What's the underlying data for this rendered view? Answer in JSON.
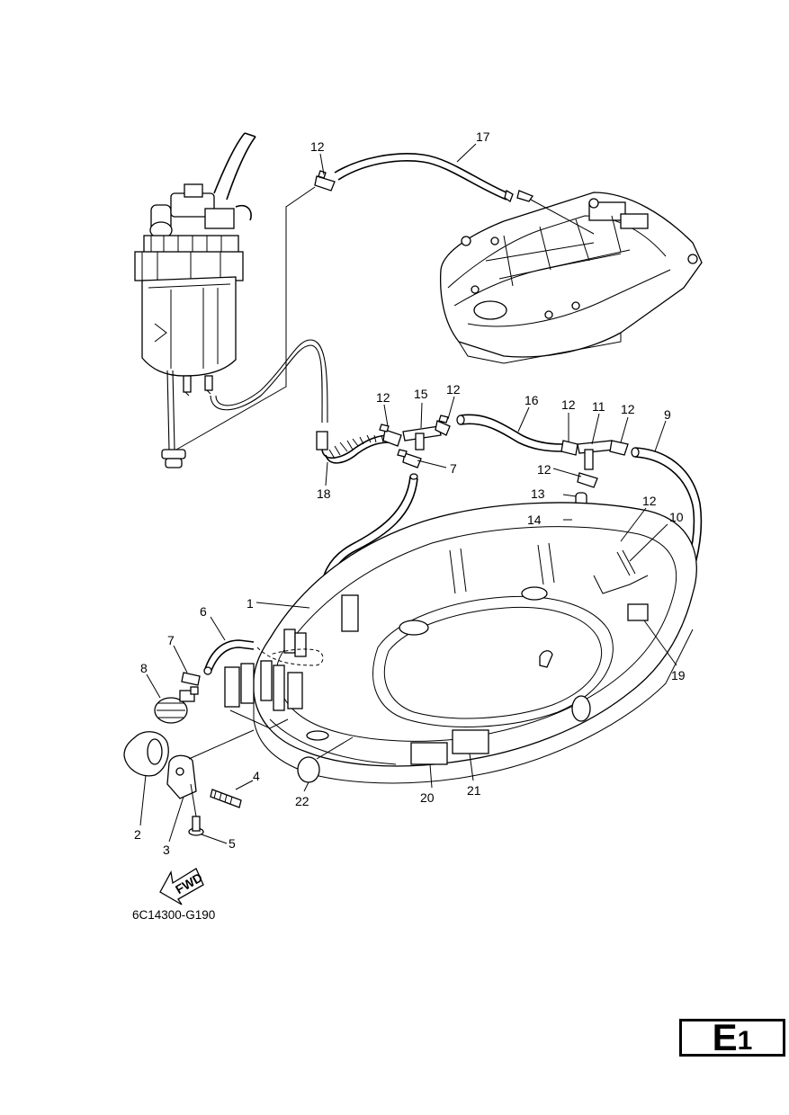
{
  "callouts": [
    "12",
    "17",
    "12",
    "15",
    "12",
    "16",
    "12",
    "11",
    "12",
    "9",
    "7",
    "18",
    "12",
    "13",
    "14",
    "12",
    "10",
    "1",
    "6",
    "7",
    "8",
    "19",
    "4",
    "2",
    "3",
    "5",
    "22",
    "20",
    "21"
  ],
  "fwd_label": "FWD",
  "diagram_code": "6C14300-G190",
  "section": {
    "letter": "E",
    "number": "1"
  }
}
